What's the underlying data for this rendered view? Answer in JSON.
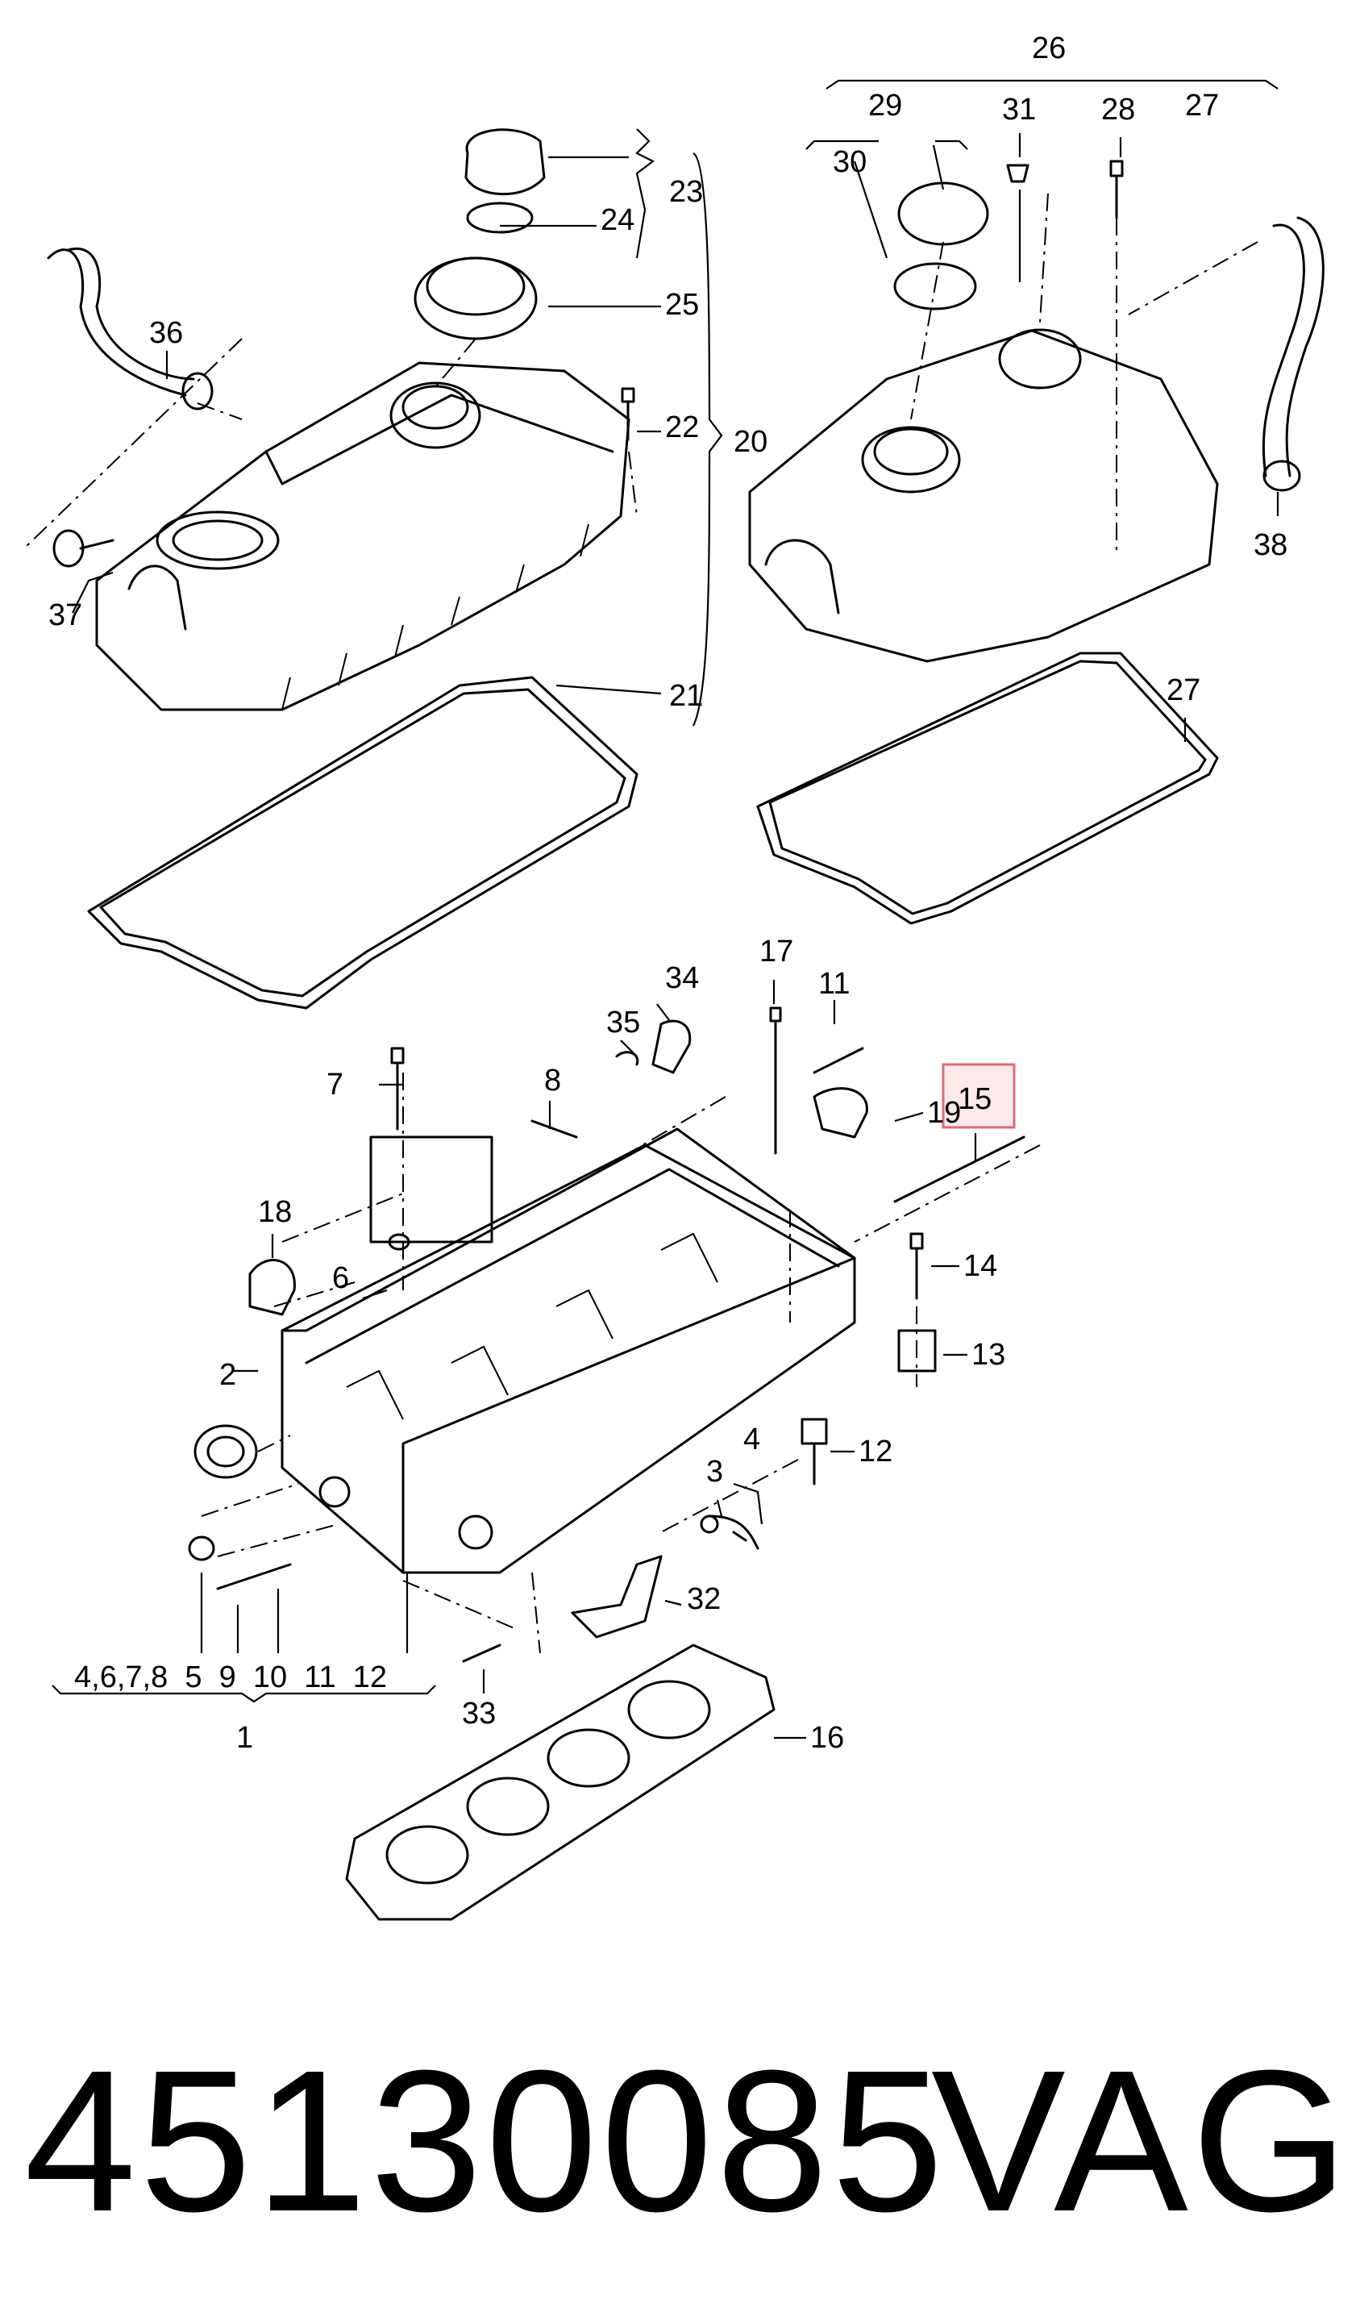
{
  "labels": {
    "n1": "1",
    "n2": "2",
    "n3": "3",
    "n4": "4",
    "n5": "5",
    "n6": "6",
    "n7": "7",
    "n8": "8",
    "n9": "9",
    "n10": "10",
    "n11": "11",
    "n12": "12",
    "n13": "13",
    "n14": "14",
    "n15": "15",
    "n16": "16",
    "n17": "17",
    "n18": "18",
    "n19": "19",
    "n20": "20",
    "n21": "21",
    "n22": "22",
    "n23": "23",
    "n24": "24",
    "n25": "25",
    "n26": "26",
    "n27": "27",
    "n27b": "27",
    "n28": "28",
    "n29": "29",
    "n30": "30",
    "n31": "31",
    "n32": "32",
    "n33": "33",
    "n34": "34",
    "n35": "35",
    "n36": "36",
    "n37": "37",
    "n38": "38",
    "group1_list": "4,6,7,8  5  9  10  11  12",
    "n11b": "11"
  },
  "highlight": "15",
  "colors": {
    "highlight_fill": "#fde9ea",
    "highlight_stroke": "#e06a77"
  },
  "footer": {
    "part_number": "45130085",
    "brand": "VAG"
  }
}
